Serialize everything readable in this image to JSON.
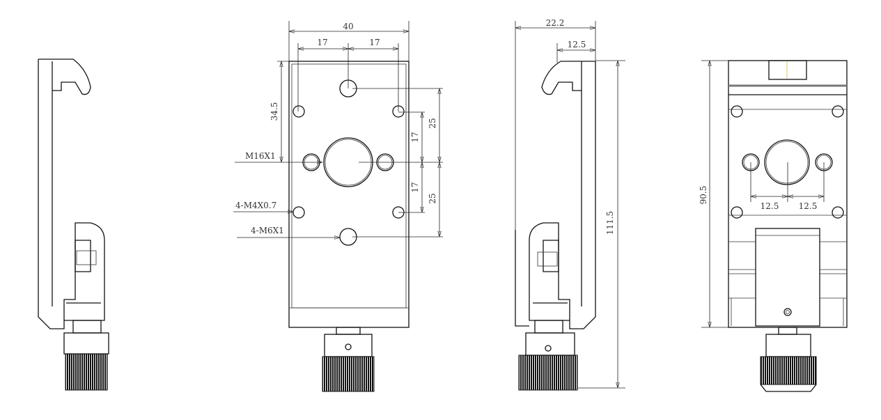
{
  "views": {
    "front": {
      "dim_width": "40",
      "dim_left_offset": "17",
      "dim_right_offset": "17",
      "dim_top_to_center": "34.5",
      "dim_upper_small": "17",
      "dim_lower_small": "17",
      "dim_upper_large": "25",
      "dim_lower_large": "25",
      "label_center_thread": "M16X1",
      "label_small_holes": "4-M4X0.7",
      "label_large_holes": "4-M6X1"
    },
    "side": {
      "dim_depth": "22.2",
      "dim_hook": "12.5",
      "dim_height": "111.5"
    },
    "back": {
      "dim_height": "90.5",
      "dim_left_spacing": "12.5",
      "dim_right_spacing": "12.5"
    }
  },
  "colors": {
    "line": "#111111",
    "accent": "#e8c060"
  }
}
